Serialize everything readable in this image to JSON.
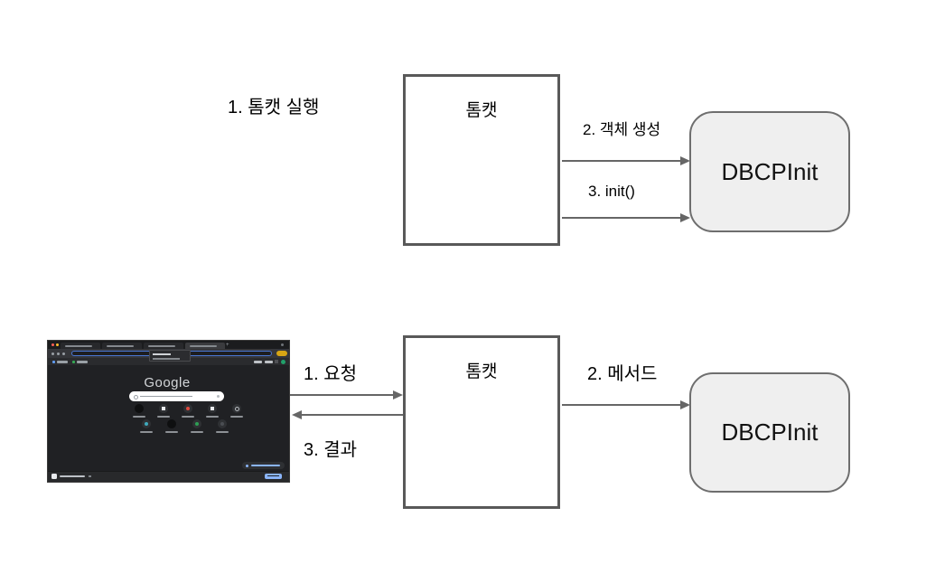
{
  "diagram": {
    "top_flow": {
      "step_label": "1. 톰캣 실행",
      "tomcat_label": "톰캣",
      "create_label": "2. 객체 생성",
      "init_label": "3. init()",
      "dbcp_label": "DBCPInit"
    },
    "bottom_flow": {
      "request_label": "1. 요청",
      "result_label": "3. 결과",
      "tomcat_label": "톰캣",
      "method_label": "2. 메서드",
      "dbcp_label": "DBCPInit"
    },
    "colors": {
      "box_border": "#595959",
      "arrow": "#666666",
      "dbcp_fill": "#efefef",
      "dbcp_border": "#6e6e6e"
    }
  },
  "browser_screenshot": {
    "logo_text": "Google",
    "traffic_lights": [
      "#ff5f57",
      "#febc2e",
      "#28c840"
    ],
    "tab_count": 4,
    "active_tab_index": 3,
    "new_tab_glyph": "+",
    "bookmark_favicons": [
      "#5f9bef",
      "#34a853"
    ],
    "update_pill_color": "#d7a514",
    "avatar_color": "#21a06a",
    "customize_accent": "#8ab4f8",
    "background": "#202124",
    "shortcut_rows": [
      [
        {
          "bg": "#0e0f10",
          "glyph": "none",
          "glyph_color": ""
        },
        {
          "bg": "#2f3134",
          "glyph": "square",
          "glyph_color": "#e8eaed"
        },
        {
          "bg": "#2f3134",
          "glyph": "dot",
          "glyph_color": "#e04a3f"
        },
        {
          "bg": "#2f3134",
          "glyph": "square",
          "glyph_color": "#e8eaed"
        },
        {
          "bg": "#2f3134",
          "glyph": "ring",
          "glyph_color": "#b8bcc0"
        }
      ],
      [
        {
          "bg": "#2f3134",
          "glyph": "dot",
          "glyph_color": "#3fa9bc"
        },
        {
          "bg": "#0e0f10",
          "glyph": "none",
          "glyph_color": ""
        },
        {
          "bg": "#2f3134",
          "glyph": "dot",
          "glyph_color": "#2e9e54"
        },
        {
          "bg": "#2f3134",
          "glyph": "dot",
          "glyph_color": "#4a4d52"
        }
      ]
    ]
  }
}
